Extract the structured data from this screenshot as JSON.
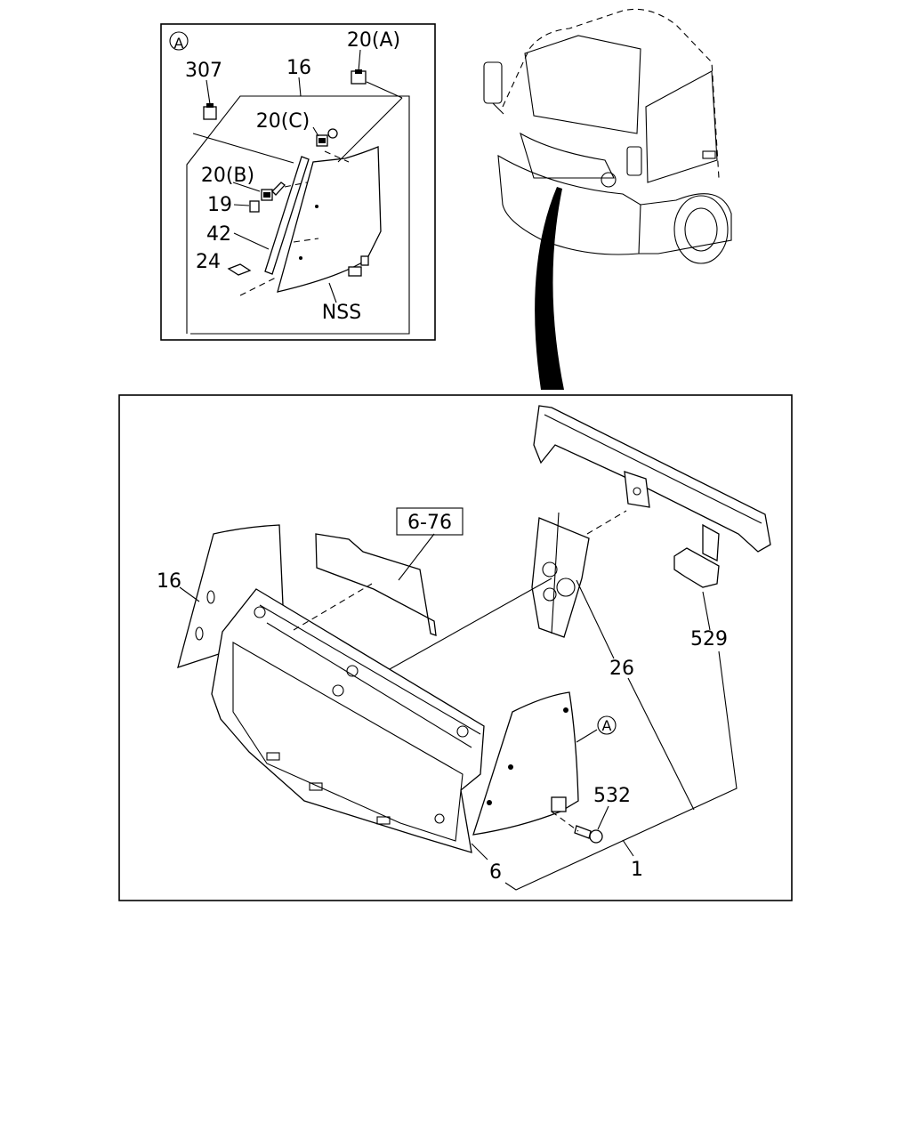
{
  "inset": {
    "marker": "A",
    "labels": {
      "p307": "307",
      "p16": "16",
      "p20a": "20(A)",
      "p20c": "20(C)",
      "p20b": "20(B)",
      "p19": "19",
      "p42": "42",
      "p24": "24",
      "nss": "NSS"
    }
  },
  "main": {
    "labels": {
      "ref": "6-76",
      "p16": "16",
      "p529": "529",
      "p26": "26",
      "marker": "A",
      "p532": "532",
      "p1": "1",
      "p6": "6"
    }
  }
}
